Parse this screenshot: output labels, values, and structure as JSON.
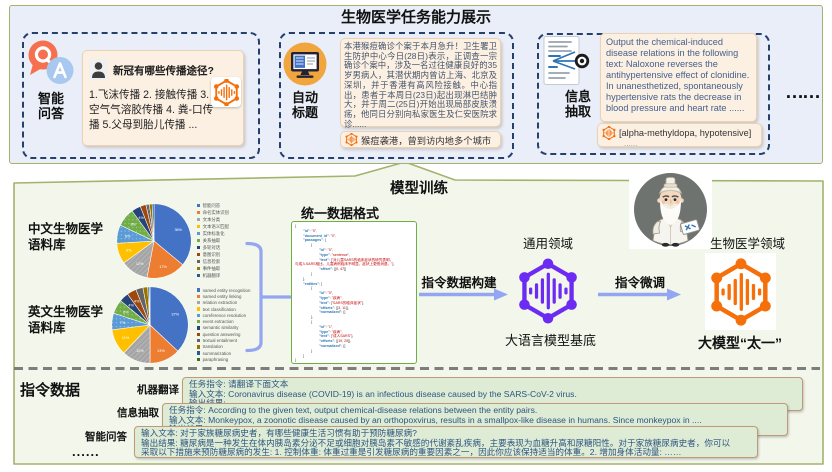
{
  "colors": {
    "outer_border_green": "#a3b36c",
    "top_bg": "#e9eef8",
    "mid_bg": "#f2f6eb",
    "dashed_task_border": "#24406b",
    "cream_bg": "#fcf0e3",
    "instruction_box_bg": "#deecd5",
    "instruction_box_border": "#c09a78",
    "arrow_blue": "#94a5f2",
    "base_model_purple": "#6c2bf2",
    "taiyi_orange": "#f56f0a",
    "code_key_blue": "#2e75b6",
    "code_value_red": "#c00000",
    "qa_icon_orange": "#f4704e",
    "qa_icon_blue": "#a8c8f0",
    "monitor_icon_amber": "#f0a53d",
    "avatar_circle_gray": "#6e7370"
  },
  "top": {
    "title": "生物医学任务能力展示",
    "more": "……",
    "qa": {
      "label": "智能问答",
      "question": "新冠有哪些传播途径?",
      "answer": "1.飞沫传播 2. 接触传播 3. 空气气溶胶传播 4. 粪-口传播 5.父母到胎儿传播 ..."
    },
    "title_gen": {
      "label": "自动标题",
      "passage": "本港猴痘确诊个案于本月急升！卫生署卫生防护中心今日(28日)表示，正调查一宗确诊个案中，涉及一名过往健康良好的35岁男病人，其潜伏期内曾访上海、北京及深圳，并于香港有高风险接触。中心指出，患者于本周日(23日)起出现淋巴结肿大，并于周二(25日)开始出现局部皮肤溃疡，他同日分别向私家医生及仁安医院求诊......",
      "result": "猴痘袭港，曾到访内地多个城市"
    },
    "ie": {
      "label": "信息抽取",
      "passage": "Output the chemical-induced disease relations in the following text: Naloxone reverses the antihypertensive effect of clonidine. In unanesthetized, spontaneously hypertensive rats the decrease in blood pressure and heart rate ......",
      "result": "[alpha-methyldopa, hypotensive]",
      "result_more": "......"
    }
  },
  "middle": {
    "title": "模型训练",
    "unified_format_title": "统一数据格式",
    "arrow1_label": "指令数据构建",
    "arrow2_label": "指令微调",
    "general_domain": "通用领域",
    "biomed_domain": "生物医学领域",
    "base_model_label": "大语言模型基底",
    "taiyi_model_label": "大模型“太一”",
    "code_lines": [
      "{",
      "        \"id\": \"0\",",
      "        \"document_id\": \"0\",",
      "        \"passages\": [",
      "                {",
      "                        \"id\": \"0\",",
      "                        \"type\": \"sentence\",",
      "                        \"text\": [\"对儿童SARS的临床症状的研究表明，",
      "与成人SARS相比，儿童病例临床不明显，症状上更快消退。\"],",
      "                        \"offset\": [[0, 47]]",
      "                }",
      "        ],",
      "        \"entities\": [",
      "                {",
      "                        \"id\": \"0\",",
      "                        \"type\": \"疾病\",",
      "                        \"text\": [\"SARS的临床症状\"],",
      "                        \"offsets\": [[3, 11]],",
      "                        \"normalized\": []",
      "                },",
      "                {",
      "                        \"id\": \"1\",",
      "                        \"type\": \"疾病\",",
      "                        \"text\": [\"成人SARS\"],",
      "                        \"offsets\": [[19, 25]],",
      "                        \"normalized\": []",
      "                }",
      "        ]",
      "}"
    ]
  },
  "chart_data": [
    {
      "type": "pie",
      "title": "中文生物医学语料库",
      "legend_position": "right",
      "slices": [
        {
          "label": "智能问答",
          "value": 36,
          "color": "#4472C4"
        },
        {
          "label": "命名实体识别",
          "value": 17,
          "color": "#ED7D31"
        },
        {
          "label": "文本分类",
          "value": 12,
          "color": "#A5A5A5",
          "pattern": "hatch"
        },
        {
          "label": "文本语义匹配",
          "value": 9,
          "color": "#FFC000"
        },
        {
          "label": "实体标准化",
          "value": 8,
          "color": "#5B9BD5",
          "pattern": "dots"
        },
        {
          "label": "关系抽取",
          "value": 8,
          "color": "#70AD47",
          "pattern": "dots"
        },
        {
          "label": "多轮对话",
          "value": 4,
          "color": "#264478"
        },
        {
          "label": "意图识别",
          "value": 2.5,
          "color": "#9E480E"
        },
        {
          "label": "信息检索",
          "value": 1.5,
          "color": "#636363",
          "pattern": "hatch"
        },
        {
          "label": "事件抽取",
          "value": 1.2,
          "color": "#997300"
        },
        {
          "label": "机器翻译",
          "value": 0.8,
          "color": "#255E91"
        }
      ]
    },
    {
      "type": "pie",
      "title": "英文生物医学语料库",
      "legend_position": "right",
      "slices": [
        {
          "label": "named entity recognition",
          "value": 37,
          "color": "#4472C4"
        },
        {
          "label": "named entity linking",
          "value": 13,
          "color": "#ED7D31"
        },
        {
          "label": "relation extraction",
          "value": 12,
          "color": "#A5A5A5",
          "pattern": "hatch"
        },
        {
          "label": "text classification",
          "value": 11,
          "color": "#FFC000"
        },
        {
          "label": "coreference resolution",
          "value": 7,
          "color": "#5B9BD5",
          "pattern": "dots"
        },
        {
          "label": "event extraction",
          "value": 6,
          "color": "#70AD47",
          "pattern": "dots"
        },
        {
          "label": "semantic similarity",
          "value": 4,
          "color": "#264478"
        },
        {
          "label": "question answering",
          "value": 4,
          "color": "#9E480E"
        },
        {
          "label": "textual entailment",
          "value": 3,
          "color": "#636363"
        },
        {
          "label": "translation",
          "value": 2,
          "color": "#997300"
        },
        {
          "label": "summarization",
          "value": 0.6,
          "color": "#255E91"
        },
        {
          "label": "paraphrasing",
          "value": 0.4,
          "color": "#43682B"
        }
      ]
    }
  ],
  "bottom": {
    "title": "指令数据",
    "more": "......",
    "rows": [
      {
        "label": "机器翻译",
        "lines": [
          "任务指令: 请翻译下面文本",
          "输入文本: Coronavirus disease (COVID-19) is an infectious disease caused by the SARS-CoV-2 virus.",
          "输出结果: ……"
        ]
      },
      {
        "label": "信息抽取",
        "lines": [
          "任务指令: According to the given text, output chemical-disease relations between the entity pairs.",
          "输入文本: Monkeypox, a zoonotic disease caused by an orthopoxvirus, results in a smallpox-like disease in humans. Since monkeypox in ....",
          "输出结果: ……"
        ]
      },
      {
        "label": "智能问答",
        "lines": [
          "输入文本: 对于家族糖尿病史者，有哪些健康生活习惯有助于预防糖尿病?",
          "输出结果: 糖尿病是一种发生在体内胰岛素分泌不足或细胞对胰岛素不敏感的代谢紊乱疾病，主要表现为血糖升高和尿糖阳性。对于家族糖尿病史者，你可以",
          "采取以下措施来预防糖尿病的发生: 1. 控制体重: 体重过重是引发糖尿病的重要因素之一，因此你应该保持适当的体重。2. 增加身体活动量: ……"
        ]
      }
    ]
  }
}
